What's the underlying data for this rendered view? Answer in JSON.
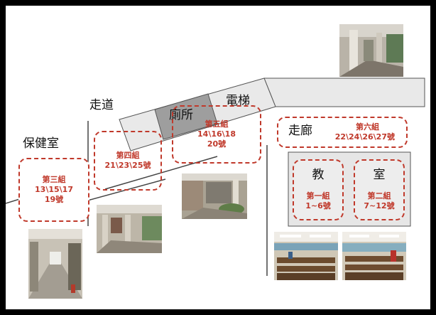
{
  "labels": {
    "baojianshi": "保健室",
    "zoudao": "走道",
    "cesuo": "廁所",
    "dianti": "電梯",
    "zoulang": "走廊",
    "jiao": "教",
    "shi": "室"
  },
  "groups": {
    "g1": {
      "name": "第一組",
      "nums": "1~6號"
    },
    "g2": {
      "name": "第二組",
      "nums": "7~12號"
    },
    "g3": {
      "name": "第三組",
      "nums_line1": "13\\15\\17",
      "nums_line2": "19號"
    },
    "g4": {
      "name": "第四組",
      "nums": "21\\23\\25號"
    },
    "g5": {
      "name": "第五組",
      "nums_line1": "14\\16\\18",
      "nums_line2": "20號"
    },
    "g6": {
      "name": "第六組",
      "nums": "22\\24\\26\\27號"
    }
  },
  "colors": {
    "group_text": "#c0392b",
    "corridor_fill": "#e8e8e8",
    "toilet_fill": "#9e9e9e",
    "room_fill": "#ededed",
    "frame": "#000000"
  },
  "photos": [
    {
      "name": "hallway-photo-top-right"
    },
    {
      "name": "health-room-hallway-photo"
    },
    {
      "name": "walkway-photo"
    },
    {
      "name": "courtyard-photo"
    },
    {
      "name": "classroom-photo-left"
    },
    {
      "name": "classroom-photo-right"
    }
  ]
}
